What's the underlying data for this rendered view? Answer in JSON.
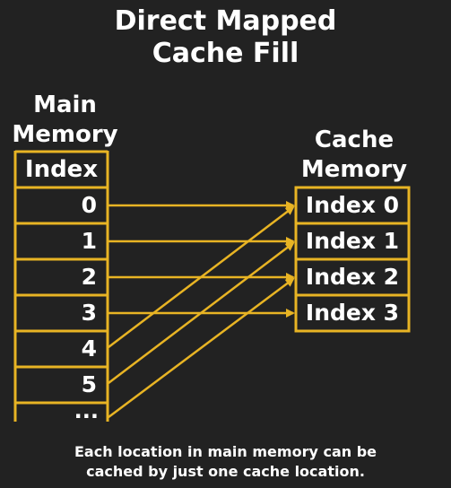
{
  "title": {
    "line1": "Direct Mapped",
    "line2": "Cache Fill"
  },
  "main_memory": {
    "heading_line1": "Main",
    "heading_line2": "Memory",
    "column_header": "Index",
    "rows": [
      "0",
      "1",
      "2",
      "3",
      "4",
      "5"
    ],
    "continuation": "..."
  },
  "cache_memory": {
    "heading_line1": "Cache",
    "heading_line2": "Memory",
    "rows": [
      "Index 0",
      "Index 1",
      "Index 2",
      "Index 3"
    ]
  },
  "mapping": [
    {
      "from": "0",
      "to": "Index 0"
    },
    {
      "from": "1",
      "to": "Index 1"
    },
    {
      "from": "2",
      "to": "Index 2"
    },
    {
      "from": "3",
      "to": "Index 3"
    },
    {
      "from": "4",
      "to": "Index 0"
    },
    {
      "from": "5",
      "to": "Index 1"
    },
    {
      "from": "...",
      "to": "Index 2"
    }
  ],
  "caption": {
    "line1": "Each location in main memory can be",
    "line2": "cached by just one cache location."
  },
  "colors": {
    "background": "#222222",
    "accent": "#e8b424",
    "text": "#ffffff"
  }
}
